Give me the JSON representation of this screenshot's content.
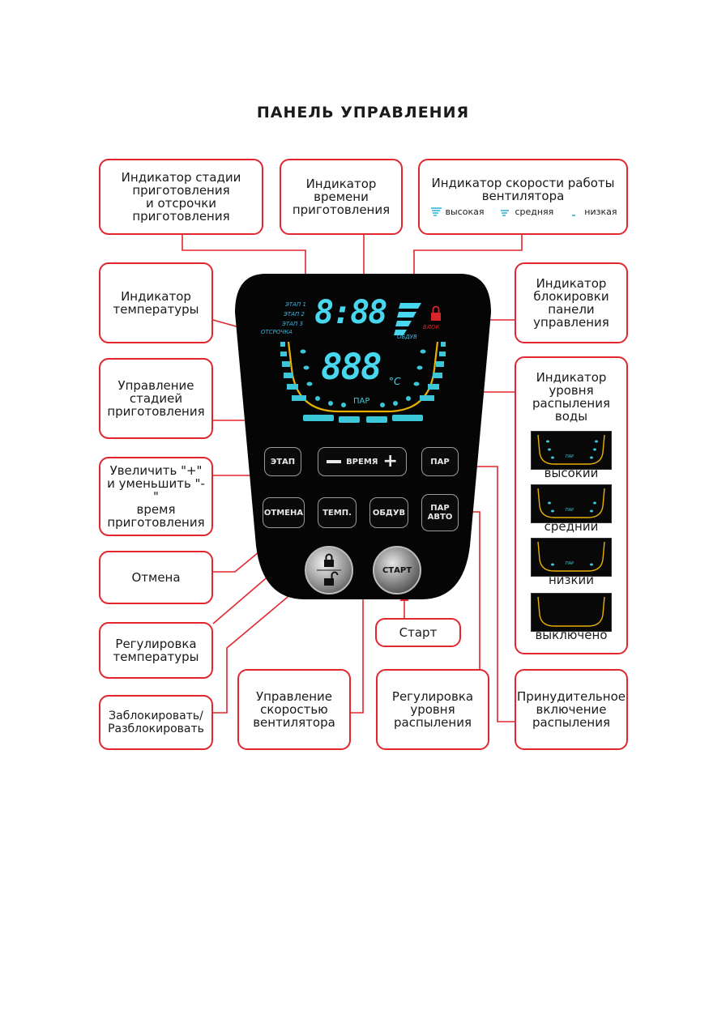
{
  "title": "ПАНЕЛЬ УПРАВЛЕНИЯ",
  "colors": {
    "callout_border": "#e3262e",
    "lcd_cyan": "#47d7ef",
    "lcd_blue": "#3fb6e0",
    "arc_yellow": "#e8b000",
    "panel_bg": "#050505",
    "lock_red": "#d9262d"
  },
  "callouts": {
    "stage_indicator": "Индикатор стадии\nприготовления\nи отсрочки\nприготовления",
    "time_indicator": "Индикатор\nвремени\nприготовления",
    "fan_indicator": "Индикатор скорости работы\nвентилятора",
    "temp_indicator": "Индикатор\nтемпературы",
    "lock_indicator": "Индикатор\nблокировки\nпанели\nуправления",
    "stage_control": "Управление\nстадией\nприготовления",
    "water_indicator": "Индикатор\nуровня\nраспыления\nводы",
    "time_adjust": "Увеличить \"+\"\nи уменьшить \"-\"\nвремя\nприготовления",
    "cancel": "Отмена",
    "temp_adjust": "Регулировка\nтемпературы",
    "lock_unlock": "Заблокировать/\nРазблокировать",
    "start": "Старт",
    "fan_control": "Управление\nскоростью\nвентилятора",
    "spray_level": "Регулировка\nуровня\nраспыления",
    "forced_spray": "Принудительное\nвключение\nраспыления"
  },
  "fan_speeds": {
    "high": "высокая",
    "medium": "средняя",
    "low": "низкая",
    "icon_label": "обдув"
  },
  "lcd": {
    "stages": [
      "ЭТАП 1",
      "ЭТАП 2",
      "ЭТАП 3",
      "ОТСРОЧКА"
    ],
    "time_digits": "8:88",
    "temp_digits": "888",
    "temp_unit": "°C",
    "fan_label": "ОБДУВ",
    "lock_label": "БЛОК",
    "steam_label": "ПАР"
  },
  "buttons": {
    "stage": "ЭТАП",
    "time": "ВРЕМЯ",
    "steam": "ПАР",
    "cancel": "ОТМЕНА",
    "temp": "ТЕМП.",
    "fan": "ОБДУВ",
    "steam_auto": "ПАР\nАВТО",
    "start": "СТАРТ"
  },
  "water_levels": [
    {
      "label": "высокий",
      "steam": "ПАР"
    },
    {
      "label": "средний",
      "steam": "ПАР"
    },
    {
      "label": "низкий",
      "steam": "ПАР"
    },
    {
      "label": "выключено",
      "steam": ""
    }
  ]
}
